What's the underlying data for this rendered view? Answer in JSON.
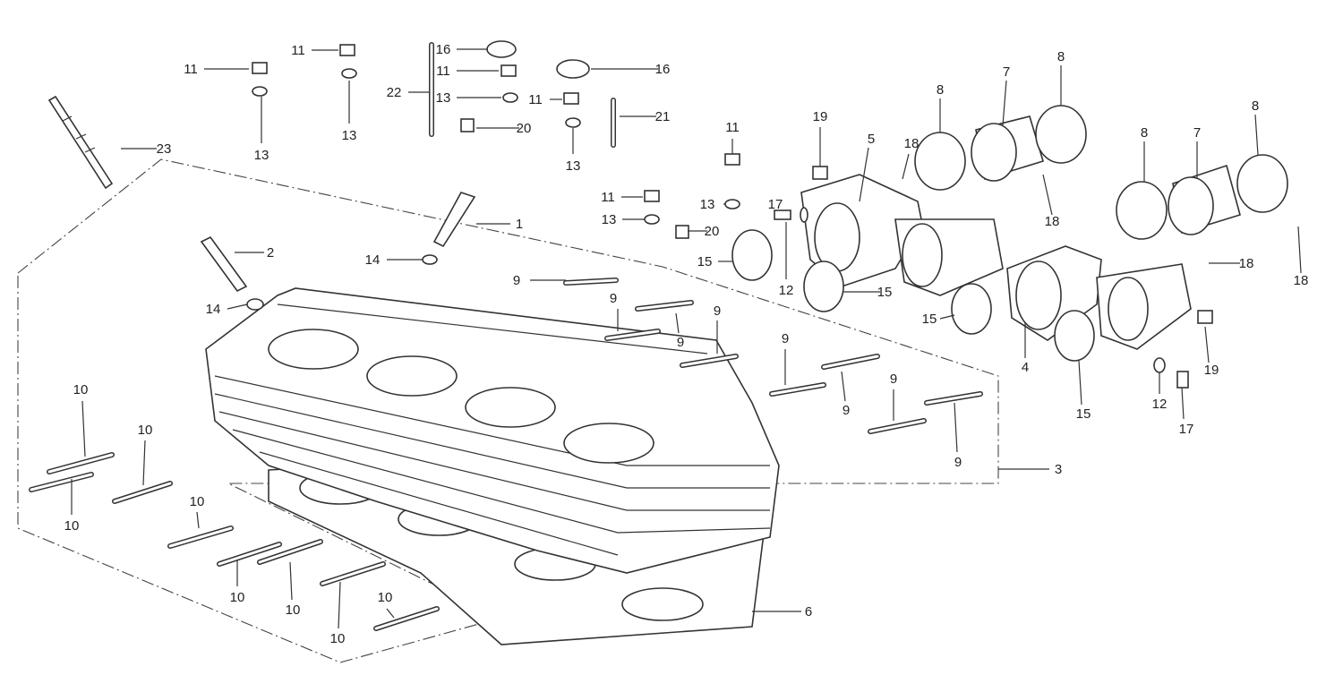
{
  "diagram": {
    "type": "exploded parts diagram",
    "callouts": [
      "11",
      "13",
      "11",
      "13",
      "22",
      "16",
      "11",
      "13",
      "20",
      "16",
      "11",
      "13",
      "21",
      "11",
      "11",
      "13",
      "13",
      "20",
      "19",
      "17",
      "15",
      "12",
      "15",
      "5",
      "18",
      "8",
      "7",
      "8",
      "18",
      "8",
      "7",
      "8",
      "18",
      "18",
      "15",
      "4",
      "15",
      "19",
      "12",
      "17",
      "1",
      "2",
      "14",
      "14",
      "9",
      "9",
      "9",
      "9",
      "9",
      "9",
      "9",
      "9",
      "3",
      "6",
      "10",
      "10",
      "10",
      "10",
      "10",
      "10",
      "10",
      "10",
      "23"
    ]
  }
}
